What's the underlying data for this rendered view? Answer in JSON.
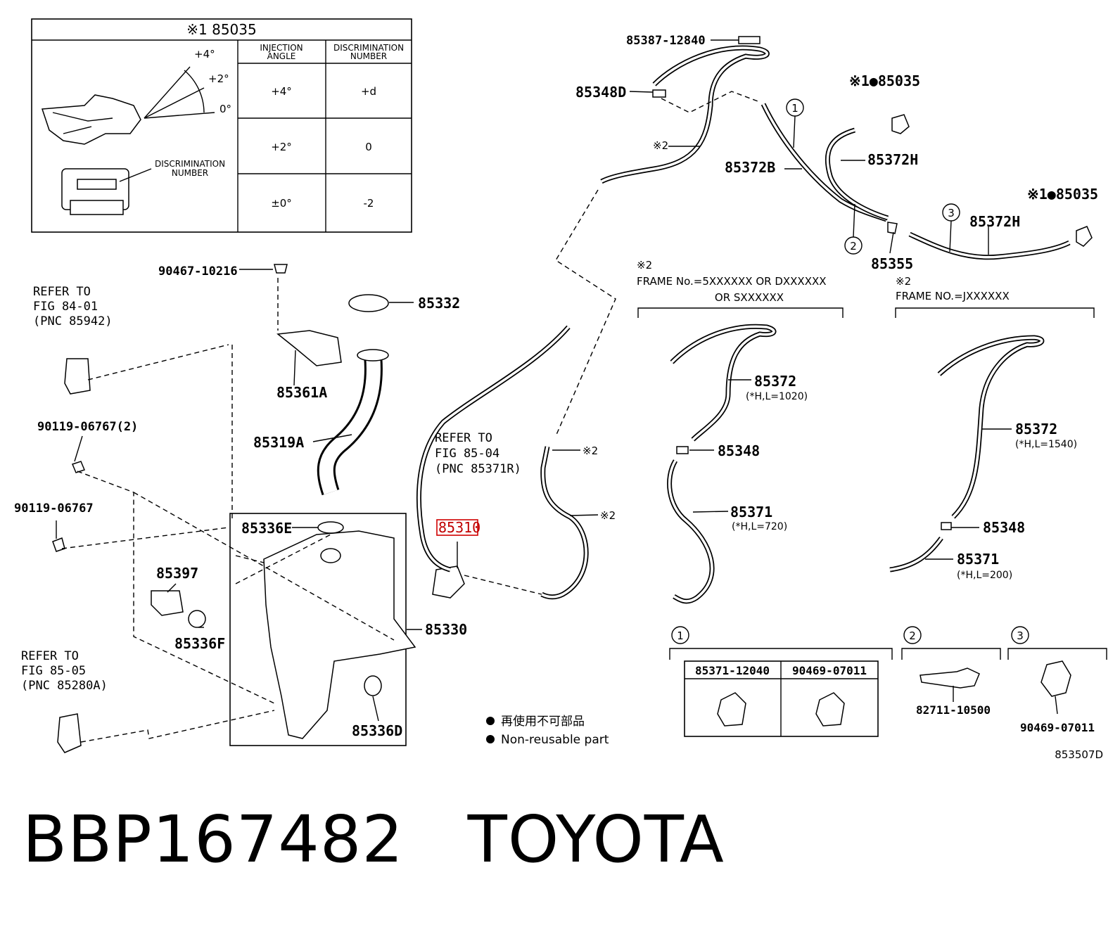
{
  "title": "BBP167482   TOYOTA",
  "inset": {
    "header": "※1 85035",
    "col_injection": [
      "INJECTION",
      "ANGLE"
    ],
    "col_discrimination": [
      "DISCRIMINATION",
      "NUMBER"
    ],
    "rows": [
      {
        "angle": "+4°",
        "number": "+d"
      },
      {
        "angle": "+2°",
        "number": "0"
      },
      {
        "angle": "±0°",
        "number": "-2"
      }
    ],
    "angles": [
      "+4°",
      "+2°",
      "0°"
    ],
    "disc_label": [
      "DISCRIMINATION",
      "NUMBER"
    ]
  },
  "refs": {
    "r1": [
      "REFER TO",
      "FIG 84-01",
      "(PNC 85942)"
    ],
    "r2": [
      "REFER TO",
      "FIG 85-04",
      "(PNC 85371R)"
    ],
    "r3": [
      "REFER TO",
      "FIG 85-05",
      "(PNC 85280A)"
    ]
  },
  "parts": {
    "p85387": "85387-12840",
    "p85348D": "85348D",
    "p85372B": "85372B",
    "p85372H_a": "85372H",
    "p85372H_b": "85372H",
    "p85035_a": "※1●85035",
    "p85035_b": "※1●85035",
    "p85355": "85355",
    "p90467": "90467-10216",
    "p85332": "85332",
    "p85361A": "85361A",
    "p85319A": "85319A",
    "p90119a": "90119-06767(2)",
    "p90119b": "90119-06767",
    "p85336E": "85336E",
    "p85310": "85310",
    "p85397": "85397",
    "p85336F": "85336F",
    "p85330": "85330",
    "p85336D": "85336D",
    "note2_a": "※2",
    "note2_b": "※2",
    "note2_c": "※2",
    "p85372_a": "85372",
    "p85372_a_len": "(*H,L=1020)",
    "p85348_a": "85348",
    "p85371_a": "85371",
    "p85371_a_len": "(*H,L=720)",
    "p85372_b": "85372",
    "p85372_b_len": "(*H,L=1540)",
    "p85348_b": "85348",
    "p85371_b": "85371",
    "p85371_b_len": "(*H,L=200)"
  },
  "frames": {
    "a": [
      "※2",
      "FRAME No.=5XXXXXX OR DXXXXXX",
      "OR SXXXXXX"
    ],
    "b": [
      "※2",
      "FRAME NO.=JXXXXXX"
    ]
  },
  "callouts": [
    "1",
    "2",
    "3"
  ],
  "details": {
    "d1_left": "85371-12040",
    "d1_right": "90469-07011",
    "d2": "82711-10500",
    "d3": "90469-07011"
  },
  "legend": {
    "jp": "再使用不可部品",
    "en": "Non-reusable part"
  },
  "diagram_code": "853507D"
}
